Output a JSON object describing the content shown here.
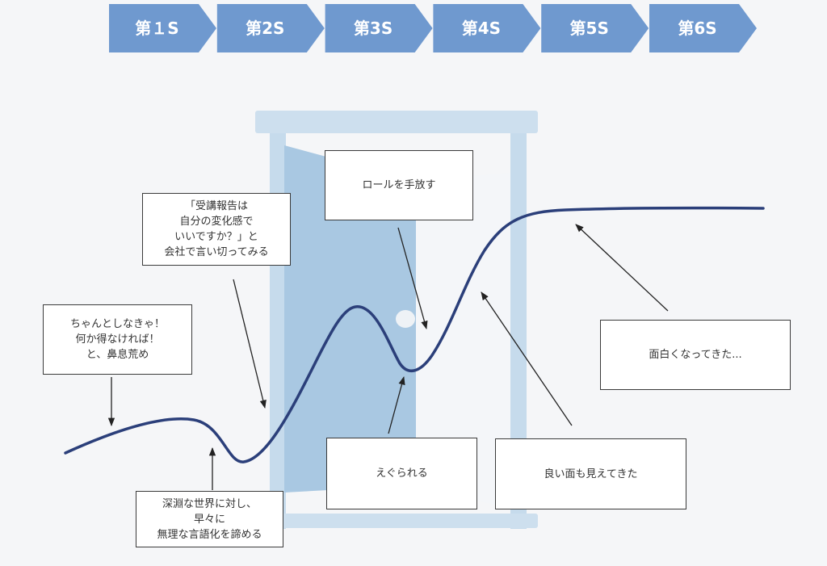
{
  "stages": [
    "第１S",
    "第2S",
    "第3S",
    "第4S",
    "第5S",
    "第6S"
  ],
  "colors": {
    "stage_fill": "#6f99cf",
    "door_frame": "#c9dcec",
    "door_panel": "#a9c8e2",
    "curve": "#2b3f7a",
    "arrow": "#222222",
    "box_border": "#3a3a3a"
  },
  "callouts": {
    "role_release": "ロールを手放す",
    "report_question": "「受講報告は\n自分の変化感で\nいいですか？」と\n会社で言い切ってみる",
    "must_do_properly": "ちゃんとしなきゃ！\n何か得なければ！\nと、鼻息荒め",
    "getting_interesting": "面白くなってきた...",
    "gouged": "えぐられる",
    "good_side": "良い面も見えてきた",
    "abyss_world": "深淵な世界に対し、\n早々に\n無理な言語化を諦める"
  }
}
